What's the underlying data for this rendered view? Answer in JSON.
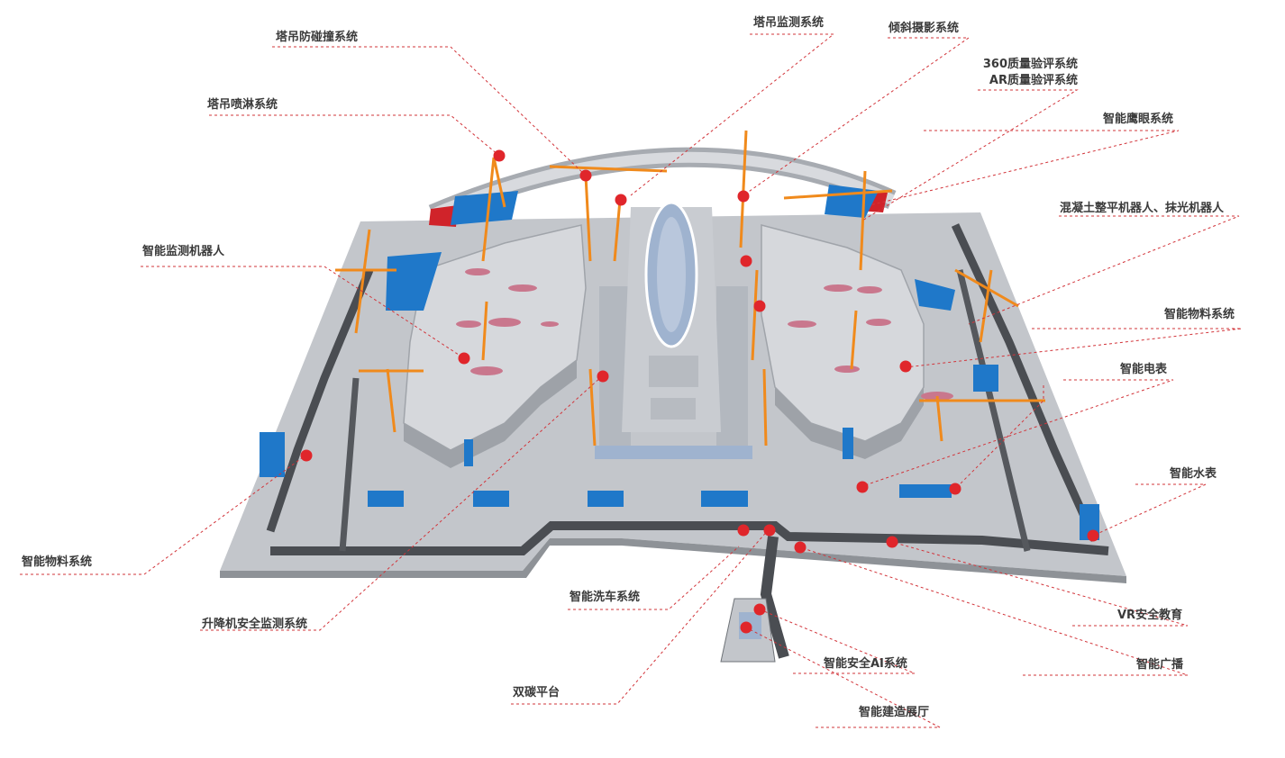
{
  "labels": {
    "tower_anti_collision": "塔吊防碰撞系统",
    "tower_monitor": "塔吊监测系统",
    "oblique_photo": "倾斜摄影系统",
    "quality_360": "360质量验评系统",
    "quality_ar": "AR质量验评系统",
    "tower_spray": "塔吊喷淋系统",
    "eagle_eye": "智能鹰眼系统",
    "concrete_robot": "混凝土整平机器人、抹光机器人",
    "monitor_robot": "智能监测机器人",
    "material_right": "智能物料系统",
    "electric_meter": "智能电表",
    "water_meter": "智能水表",
    "material_left": "智能物料系统",
    "car_wash": "智能洗车系统",
    "hoist_safety": "升降机安全监测系统",
    "vr_education": "VR安全教育",
    "ai_safety": "智能安全AI系统",
    "broadcast": "智能广播",
    "dual_carbon": "双碳平台",
    "exhibition": "智能建造展厅"
  },
  "colors": {
    "leader": "#d2343a",
    "marker": "#e0262b",
    "ground": "#b9bcc1",
    "road": "#4a4d52",
    "roof": "#d6d8dc",
    "glass": "#9fb3cf",
    "blue": "#1f78c9",
    "crane": "#f08a1c",
    "red_roof": "#d0232a"
  }
}
